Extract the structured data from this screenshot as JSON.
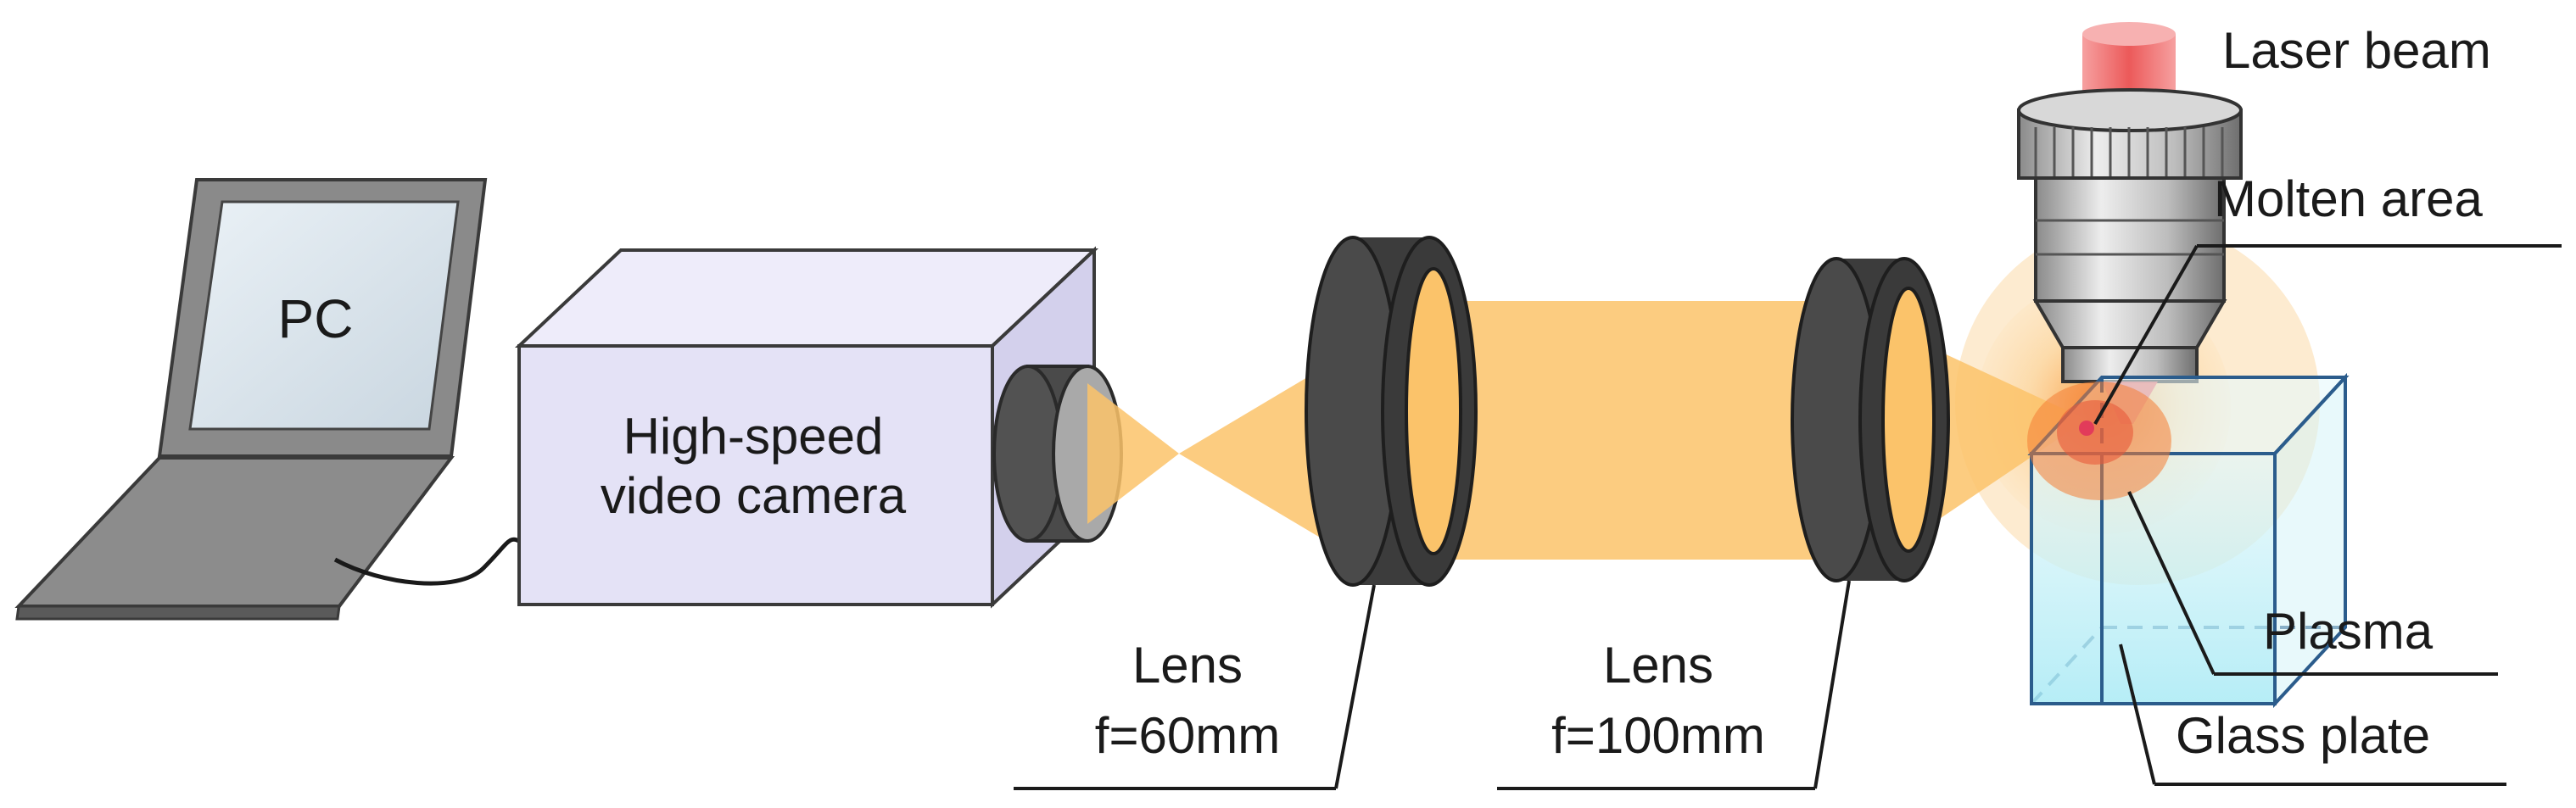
{
  "labels": {
    "pc": "PC",
    "camera_line1": "High-speed",
    "camera_line2": "video camera",
    "lens1_line1": "Lens",
    "lens1_line2": "f=60mm",
    "lens2_line1": "Lens",
    "lens2_line2": "f=100mm",
    "laser_beam": "Laser beam",
    "molten_area": "Molten area",
    "plasma": "Plasma",
    "glass_plate": "Glass plate"
  },
  "colors": {
    "light_beam": "#FBC36A",
    "plasma_glow": "#FDD9A0",
    "laser": "#F05A5A",
    "glass": "#BDEFF7",
    "glass_edge": "#2B5C8C",
    "camera_body": "#E4E2F6",
    "lens_ring": "#3C3C3C",
    "laptop": "#7C7C7C",
    "screen": "#DCE6EE"
  }
}
